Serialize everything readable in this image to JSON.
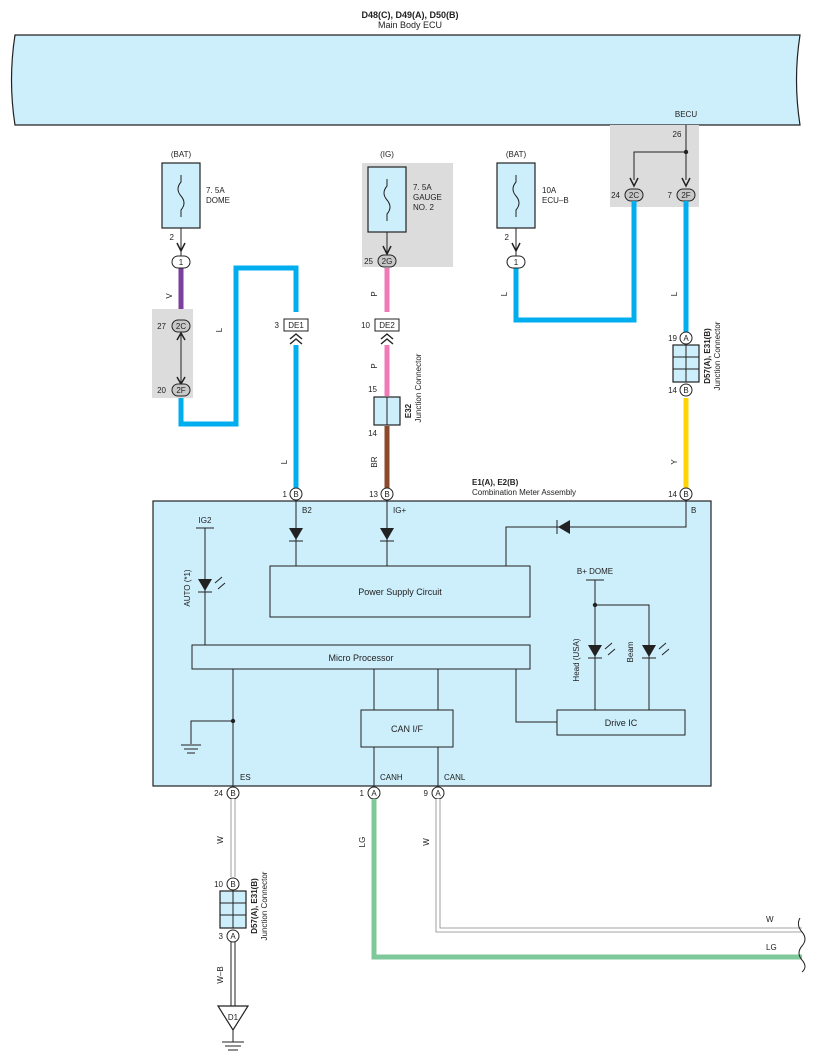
{
  "ecu": {
    "codes": "D48(C), D49(A), D50(B)",
    "name": "Main Body ECU",
    "becu": "BECU",
    "pin_26": "26"
  },
  "fuses": {
    "dome": {
      "source": "(BAT)",
      "rating": "7. 5A",
      "name": "DOME",
      "pin_top": "2",
      "conn": "1"
    },
    "gauge": {
      "source": "(IG)",
      "rating": "7. 5A",
      "name1": "GAUGE",
      "name2": "NO. 2",
      "pin_top": "25",
      "conn": "2G"
    },
    "ecub": {
      "source": "(BAT)",
      "rating": "10A",
      "name": "ECU–B",
      "pin_top": "2",
      "conn": "1"
    }
  },
  "connectors": {
    "c2c_left": {
      "pin": "27",
      "label": "2C"
    },
    "c2f_left": {
      "pin": "20",
      "label": "2F"
    },
    "de1": {
      "pin": "3",
      "label": "DE1"
    },
    "de2": {
      "pin": "10",
      "label": "DE2"
    },
    "becu_2c": {
      "pin": "24",
      "label": "2C"
    },
    "becu_2f": {
      "pin": "7",
      "label": "2F"
    }
  },
  "junction_e32": {
    "code": "E32",
    "name": "Junction Connector",
    "pin_top": "15",
    "pin_bot": "14"
  },
  "junction_top": {
    "code": "D57(A), E31(B)",
    "name": "Junction Connector",
    "pin_top": "19",
    "conn_top": "A",
    "pin_bot": "14",
    "conn_bot": "B"
  },
  "junction_bottom": {
    "code": "D57(A), E31(B)",
    "name": "Junction Connector",
    "pin_top": "10",
    "conn_top": "B",
    "pin_bot": "3",
    "conn_bot": "A"
  },
  "wires": {
    "v": "V",
    "l": "L",
    "p": "P",
    "br": "BR",
    "y": "Y",
    "w": "W",
    "lg": "LG",
    "wb": "W–B"
  },
  "meter": {
    "codes": "E1(A), E2(B)",
    "name": "Combination Meter Assembly",
    "pins": {
      "p1": {
        "num": "1",
        "conn": "B",
        "label": "B2"
      },
      "p13": {
        "num": "13",
        "conn": "B",
        "label": "IG+"
      },
      "p14": {
        "num": "14",
        "conn": "B",
        "label": "B"
      },
      "p24": {
        "num": "24",
        "conn": "B",
        "label": "ES"
      },
      "pa1": {
        "num": "1",
        "conn": "A",
        "label": "CANH"
      },
      "pa9": {
        "num": "9",
        "conn": "A",
        "label": "CANL"
      }
    },
    "ig2": "IG2",
    "auto": "AUTO (*1)",
    "bdome": "B+ DOME",
    "head": "Head (USA)",
    "beam": "Beam",
    "psu": "Power Supply Circuit",
    "micro": "Micro Processor",
    "can": "CAN I/F",
    "drive": "Drive IC"
  },
  "ground": {
    "label": "D1"
  },
  "bus": {
    "w": "W",
    "lg": "LG"
  },
  "colors": {
    "light_blue": "#00aeef",
    "purple": "#7b3f9e",
    "pink": "#f07ab8",
    "brown": "#8b4a2b",
    "yellow": "#ffd400",
    "green": "#7fc89a",
    "box_fill": "#cdeefb"
  }
}
